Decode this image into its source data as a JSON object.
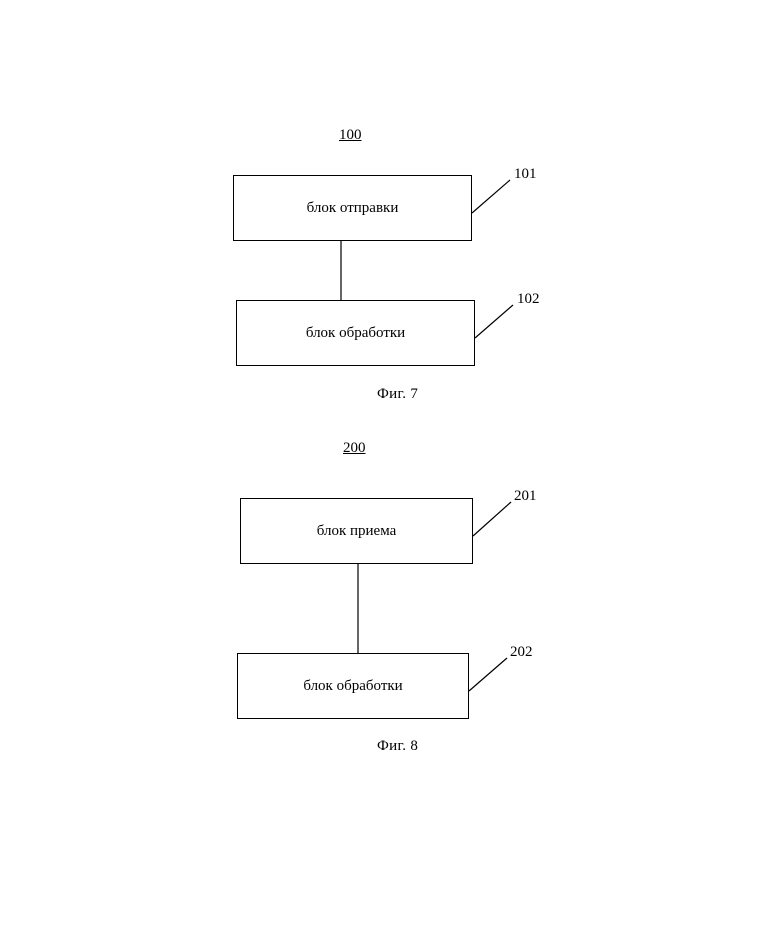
{
  "figure7": {
    "ref": "100",
    "block1": {
      "label": "блок отправки",
      "ref": "101"
    },
    "block2": {
      "label": "блок обработки",
      "ref": "102"
    },
    "caption": "Фиг. 7"
  },
  "figure8": {
    "ref": "200",
    "block1": {
      "label": "блок приема",
      "ref": "201"
    },
    "block2": {
      "label": "блок обработки",
      "ref": "202"
    },
    "caption": "Фиг. 8"
  }
}
